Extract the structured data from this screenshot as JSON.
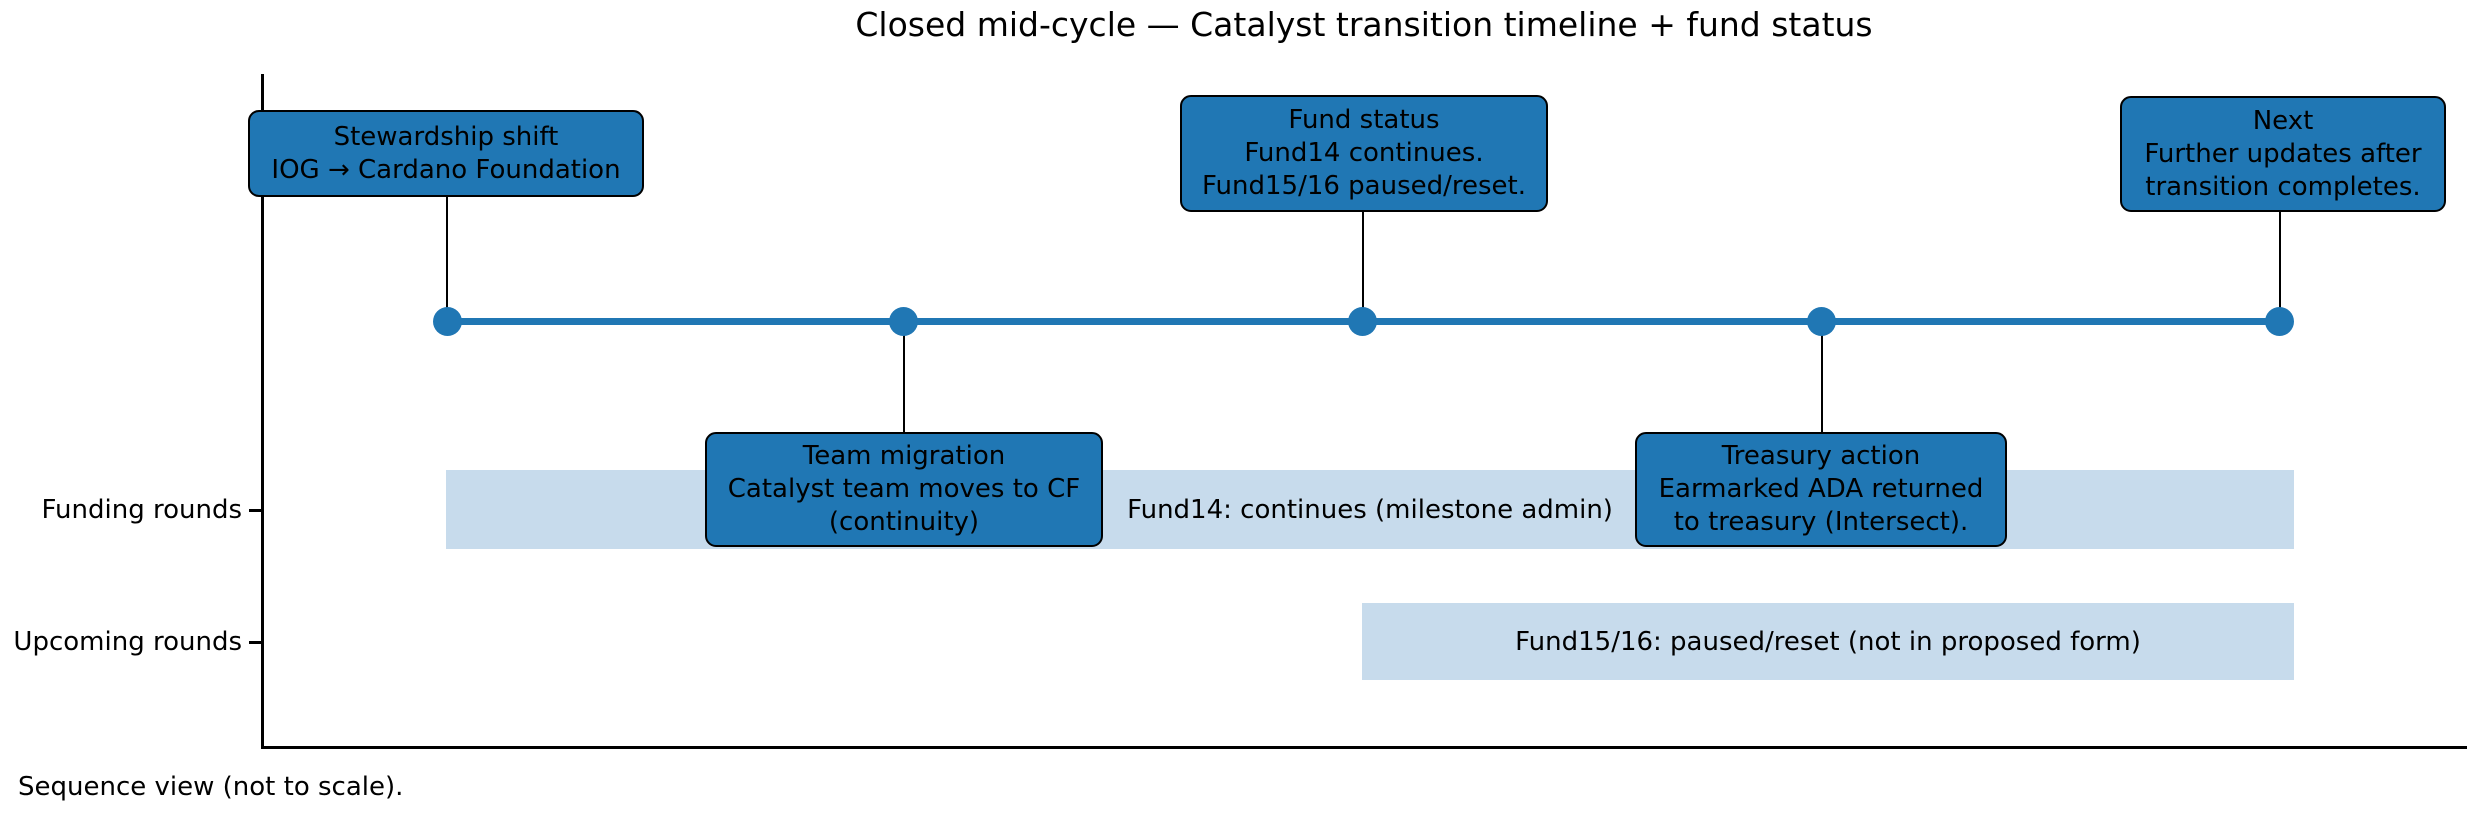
{
  "title": "Closed mid-cycle — Catalyst transition timeline + fund status",
  "caption": "Sequence view (not to scale).",
  "colors": {
    "accent": "#2077b4",
    "band": "#c7dbec",
    "connector": "#000000",
    "text": "#000000",
    "background": "#ffffff"
  },
  "axis": {
    "row_labels": [
      "Funding rounds",
      "Upcoming rounds"
    ]
  },
  "timeline": {
    "node_count": 5,
    "events": [
      {
        "label": "Stewardship shift",
        "detail": "IOG → Cardano Foundation",
        "position": "above"
      },
      {
        "label": "Team migration",
        "detail": "Catalyst team moves to CF\n(continuity)",
        "position": "below"
      },
      {
        "label": "Fund status",
        "detail": "Fund14 continues.\nFund15/16 paused/reset.",
        "position": "above"
      },
      {
        "label": "Treasury action",
        "detail": "Earmarked ADA returned\nto treasury (Intersect).",
        "position": "below"
      },
      {
        "label": "Next",
        "detail": "Further updates after\ntransition completes.",
        "position": "above"
      }
    ]
  },
  "bands": [
    {
      "row": "Funding rounds",
      "label": "Fund14: continues (milestone admin)"
    },
    {
      "row": "Upcoming rounds",
      "label": "Fund15/16: paused/reset (not in proposed form)"
    }
  ]
}
